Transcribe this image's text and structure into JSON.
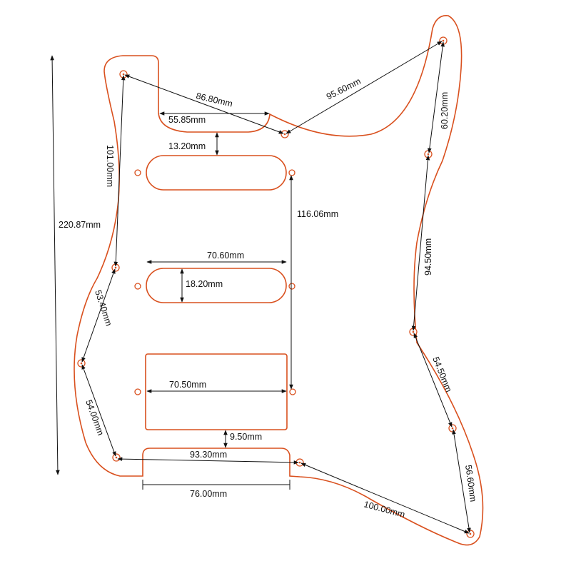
{
  "diagram": {
    "colors": {
      "outline": "#d9501e",
      "dimension": "#111111",
      "background": "#ffffff"
    },
    "labels": {
      "overall_length": "220.87mm",
      "top_horn_span": "86.80mm",
      "neck_pocket_width": "55.85mm",
      "upper_right_span": "95.60mm",
      "right_horn_span": "60.20mm",
      "neck_to_first_pickup": "13.20mm",
      "left_upper_span": "101.00mm",
      "pickup_span": "116.06mm",
      "middle_pickup_length": "70.60mm",
      "pickup_height": "18.20mm",
      "left_waist_span": "53.40mm",
      "right_waist_span": "94.50mm",
      "humbucker_length": "70.50mm",
      "right_lower_span": "54.50mm",
      "left_lower_span": "54.00mm",
      "humbucker_to_control": "9.50mm",
      "bottom_screw_span": "93.30mm",
      "control_cavity_width": "76.00mm",
      "bottom_horn_span": "56.60mm",
      "bottom_edge_span": "100.00mm"
    }
  }
}
